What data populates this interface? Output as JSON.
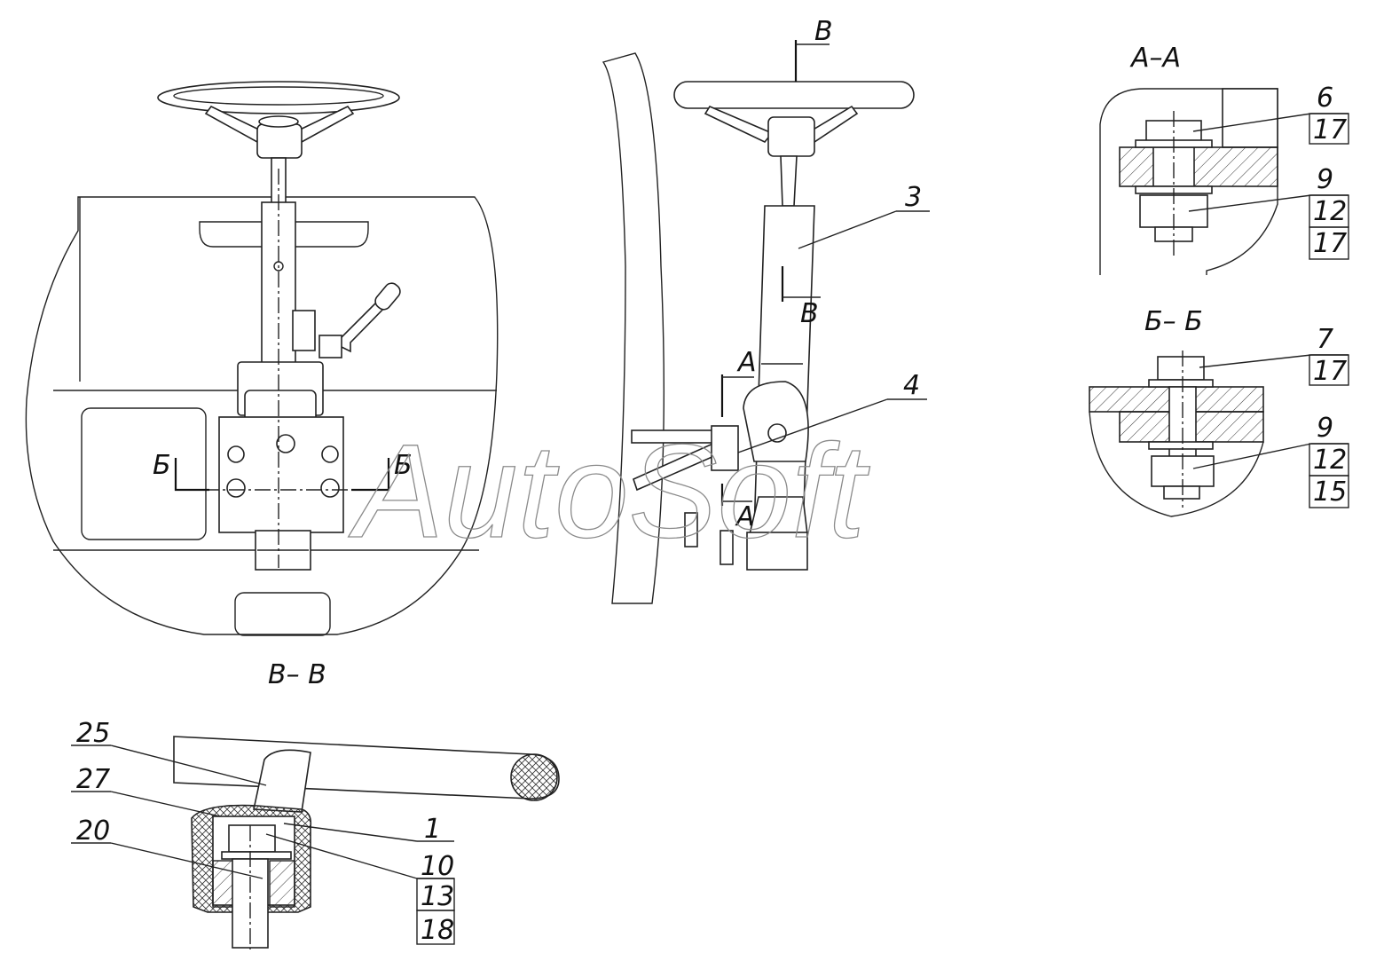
{
  "section_titles": {
    "aa": "А–А",
    "bb": "Б– Б",
    "vv": "В– В"
  },
  "cut_markers": {
    "b_left": "Б",
    "b_right": "Б",
    "a_top": "А",
    "a_bottom": "А",
    "v_top": "В",
    "v_mid": "В"
  },
  "callouts": {
    "c3": "3",
    "c4": "4",
    "c6": "6",
    "c9a": "9",
    "c7": "7",
    "c9b": "9",
    "c25": "25",
    "c27": "27",
    "c20": "20",
    "c1": "1",
    "c10": "10"
  },
  "size_boxes": {
    "aa_6": [
      "17"
    ],
    "aa_9": [
      "12",
      "17"
    ],
    "bb_7": [
      "17"
    ],
    "bb_9": [
      "12",
      "15"
    ],
    "vv_10": [
      "13",
      "18"
    ]
  },
  "watermark": "AutoSoft"
}
